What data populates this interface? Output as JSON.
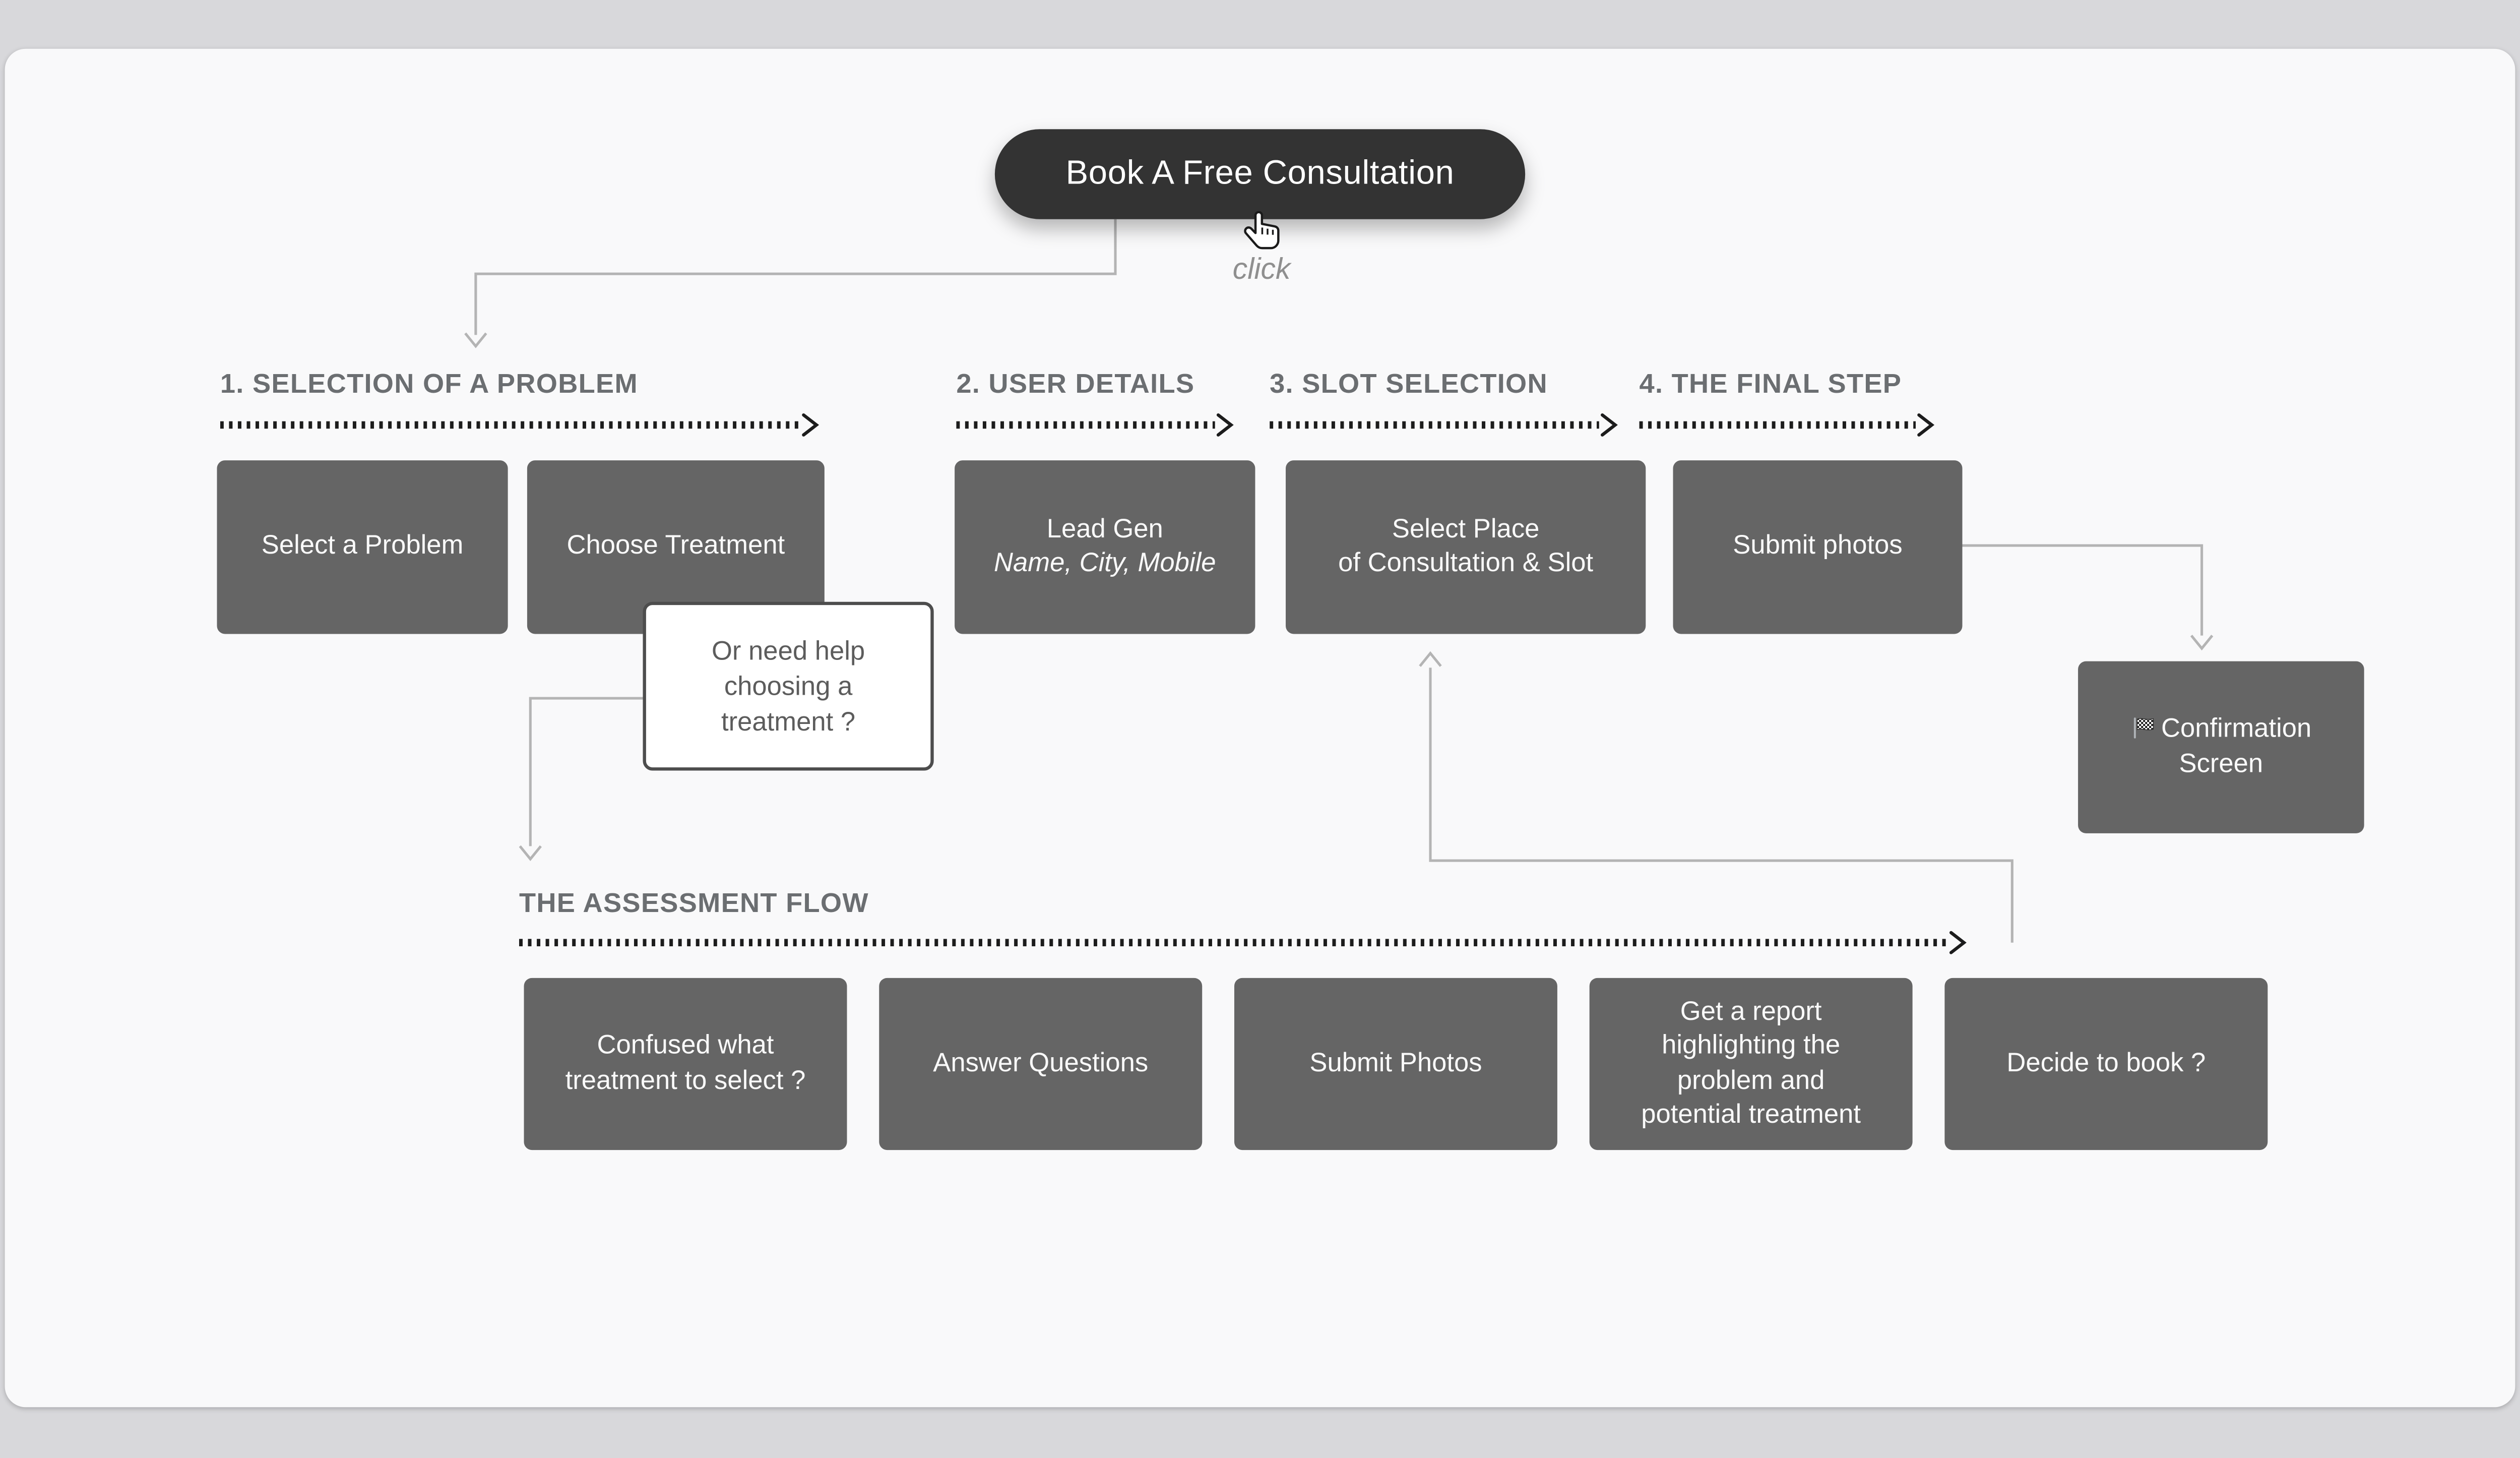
{
  "cta": {
    "label": "Book A Free Consultation",
    "hint": "click"
  },
  "steps": [
    {
      "title": "1. SELECTION OF A PROBLEM"
    },
    {
      "title": "2. USER DETAILS"
    },
    {
      "title": "3. SLOT SELECTION"
    },
    {
      "title": "4. THE FINAL STEP"
    }
  ],
  "nodes": {
    "select_problem": {
      "label": "Select a Problem"
    },
    "choose_treatment": {
      "label": "Choose Treatment"
    },
    "lead_gen": {
      "label": "Lead Gen",
      "sublabel": "Name, City, Mobile"
    },
    "select_place": {
      "label": "Select Place\nof Consultation & Slot"
    },
    "submit_photos": {
      "label": "Submit photos"
    },
    "confirmation": {
      "label": "Confirmation\nScreen",
      "icon": "checkered-flag"
    }
  },
  "help_note": {
    "text": "Or need help\nchoosing a\ntreatment ?"
  },
  "assessment": {
    "title": "THE ASSESSMENT FLOW",
    "nodes": [
      {
        "label": "Confused what\ntreatment to select ?"
      },
      {
        "label": "Answer Questions"
      },
      {
        "label": "Submit Photos"
      },
      {
        "label": "Get a report\nhighlighting the\nproblem and\npotential treatment"
      },
      {
        "label": "Decide to book ?"
      }
    ]
  },
  "colors": {
    "canvas": "#f9f9fa",
    "frame": "#d8d8db",
    "node": "#656565",
    "node_text": "#fafafa",
    "cta_bg": "#333333",
    "cta_text": "#ffffff",
    "heading": "#6b6e71",
    "connector": "#b4b4b4",
    "dotted": "#1c1c1c",
    "note_border": "#4d4d4d",
    "note_text": "#5c5c5c",
    "hint": "#8f8f8f"
  }
}
